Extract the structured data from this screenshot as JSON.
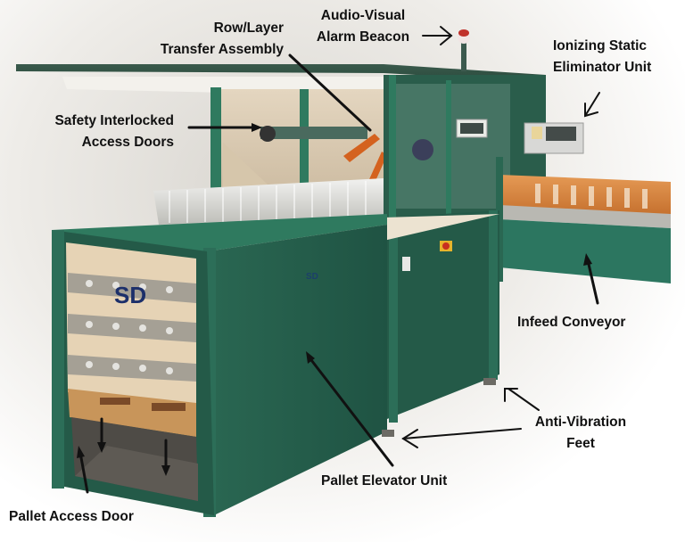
{
  "figure": {
    "subject": "Bottle palletizer machine with labeled components",
    "colors": {
      "machine_green": "#245a48",
      "machine_green_light": "#2f6d58",
      "frame_trim": "#3a8a6e",
      "cardboard": "#e6d3b5",
      "pallet_wood": "#c8955a",
      "beacon_red": "#c0302a",
      "conveyor_orange": "#d9823c",
      "label_text": "#111111",
      "arrow": "#111111"
    }
  },
  "labels": {
    "row_layer_line1": "Row/Layer",
    "row_layer_line2": "Transfer Assembly",
    "beacon_line1": "Audio-Visual",
    "beacon_line2": "Alarm Beacon",
    "ionizer_line1": "Ionizing Static",
    "ionizer_line2": "Eliminator Unit",
    "safety_line1": "Safety Interlocked",
    "safety_line2": "Access Doors",
    "infeed": "Infeed Conveyor",
    "antivib_line1": "Anti-Vibration",
    "antivib_line2": "Feet",
    "elevator": "Pallet Elevator Unit",
    "access_door": "Pallet Access Door"
  },
  "machine_markings": {
    "cardboard_logo": "SD",
    "side_logo": "SD"
  }
}
